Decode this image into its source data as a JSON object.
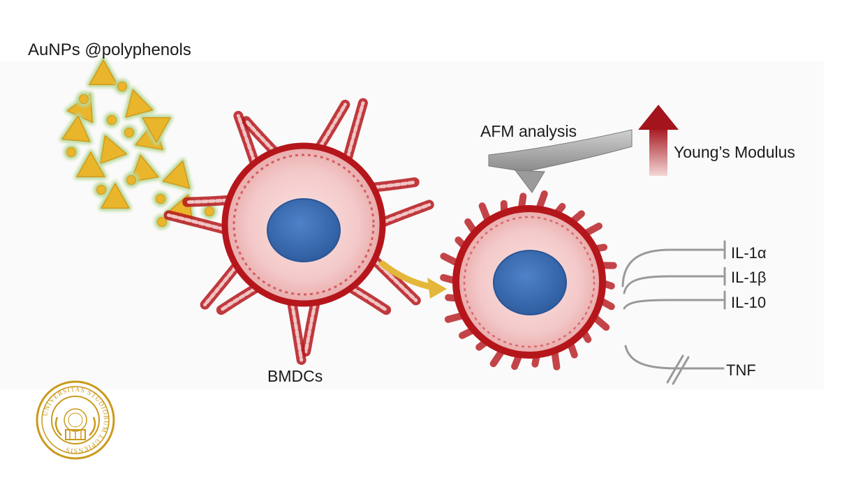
{
  "labels": {
    "nanoparticles": "AuNPs @polyphenols",
    "afm": "AFM analysis",
    "youngs_modulus": "Young’s Modulus",
    "cells": "BMDCs",
    "cytokines": [
      "IL-1α",
      "IL-1β",
      "IL-10",
      "TNF"
    ]
  },
  "seal": {
    "text": "UNIVERSITAS STUDIORUM LUPIENSIS"
  },
  "colors": {
    "membrane": "#b5161b",
    "cytoplasm": "#f3c8c8",
    "nucleus": "#3f6fb5",
    "particle": "#e9b52b",
    "particle_halo": "#b9d99a",
    "arrow": "#e4b73a",
    "modulus_arrow": "#a3141c",
    "seal": "#c99a1a",
    "lines": "#999999"
  }
}
